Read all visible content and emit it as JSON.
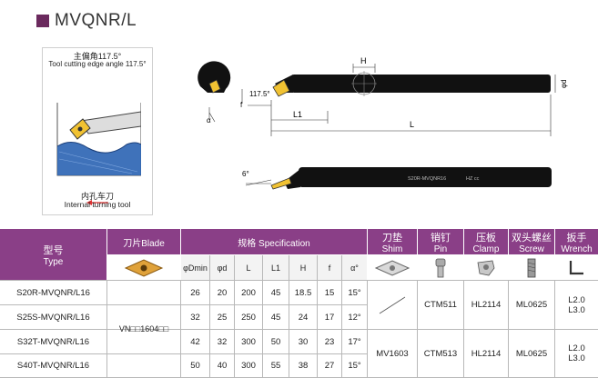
{
  "title": "MVQNR/L",
  "colors": {
    "accent": "#8a3f87",
    "title_square": "#6b2a5e",
    "bar": "#111111"
  },
  "angle_info": {
    "cn": "主偏角117.5°",
    "en": "Tool cutting edge angle 117.5°",
    "bore_cn": "内孔车刀",
    "bore_en": "Internal turning tool"
  },
  "drawing": {
    "label_h": "H",
    "label_phid": "φd",
    "label_angle": "117.5°",
    "label_l1": "L1",
    "label_l": "L",
    "label_f": "f",
    "label_alpha": "α",
    "label_rake": "6°",
    "shank_text1": "S20R-MVQNR16",
    "shank_text2": "HZ cc"
  },
  "table": {
    "headers": {
      "type_cn": "型号",
      "type_en": "Type",
      "blade": "刀片Blade",
      "spec": "规格 Specification",
      "shim_cn": "刀垫",
      "shim_en": "Shim",
      "pin_cn": "销钉",
      "pin_en": "Pin",
      "clamp_cn": "压板",
      "clamp_en": "Clamp",
      "screw_cn": "双头螺丝",
      "screw_en": "Screw",
      "wrench_cn": "扳手",
      "wrench_en": "Wrench"
    },
    "spec_cols": [
      "φDmin",
      "φd",
      "L",
      "L1",
      "H",
      "f",
      "α°"
    ],
    "blade_code": "VN□□1604□□",
    "rows": [
      {
        "type": "S20R-MVQNR/L16",
        "dmin": "26",
        "d": "20",
        "L": "200",
        "L1": "45",
        "H": "18.5",
        "f": "15",
        "a": "15°"
      },
      {
        "type": "S25S-MVQNR/L16",
        "dmin": "32",
        "d": "25",
        "L": "250",
        "L1": "45",
        "H": "24",
        "f": "17",
        "a": "12°"
      },
      {
        "type": "S32T-MVQNR/L16",
        "dmin": "42",
        "d": "32",
        "L": "300",
        "L1": "50",
        "H": "30",
        "f": "23",
        "a": "17°"
      },
      {
        "type": "S40T-MVQNR/L16",
        "dmin": "50",
        "d": "40",
        "L": "300",
        "L1": "55",
        "H": "38",
        "f": "27",
        "a": "15°"
      }
    ],
    "group1": {
      "pin": "CTM511",
      "clamp": "HL2114",
      "screw": "ML0625",
      "wrench1": "L2.0",
      "wrench2": "L3.0"
    },
    "group2": {
      "shim": "MV1603",
      "pin": "CTM513",
      "clamp": "HL2114",
      "screw": "ML0625",
      "wrench1": "L2.0",
      "wrench2": "L3.0"
    }
  }
}
